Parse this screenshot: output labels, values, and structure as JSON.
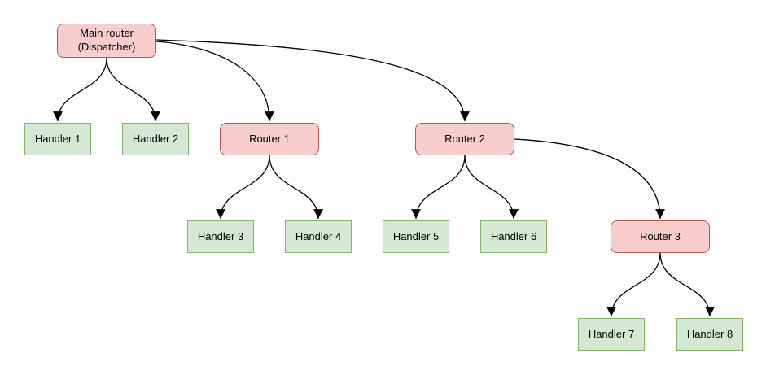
{
  "diagram": {
    "background_color": "#ffffff",
    "edge_color": "#000000",
    "node_styles": {
      "router": {
        "fill": "#f8cecc",
        "stroke": "#b85450",
        "shape": "rounded-rectangle"
      },
      "handler": {
        "fill": "#d5e8d4",
        "stroke": "#82b366",
        "shape": "rectangle"
      }
    },
    "nodes": [
      {
        "id": "main-router",
        "label": "Main router",
        "sublabel": "(Dispatcher)",
        "kind": "router"
      },
      {
        "id": "handler-1",
        "label": "Handler 1",
        "kind": "handler"
      },
      {
        "id": "handler-2",
        "label": "Handler 2",
        "kind": "handler"
      },
      {
        "id": "router-1",
        "label": "Router 1",
        "kind": "router"
      },
      {
        "id": "router-2",
        "label": "Router 2",
        "kind": "router"
      },
      {
        "id": "handler-3",
        "label": "Handler 3",
        "kind": "handler"
      },
      {
        "id": "handler-4",
        "label": "Handler 4",
        "kind": "handler"
      },
      {
        "id": "handler-5",
        "label": "Handler 5",
        "kind": "handler"
      },
      {
        "id": "handler-6",
        "label": "Handler 6",
        "kind": "handler"
      },
      {
        "id": "router-3",
        "label": "Router 3",
        "kind": "router"
      },
      {
        "id": "handler-7",
        "label": "Handler 7",
        "kind": "handler"
      },
      {
        "id": "handler-8",
        "label": "Handler 8",
        "kind": "handler"
      }
    ],
    "edges": [
      {
        "from": "main-router",
        "to": "handler-1"
      },
      {
        "from": "main-router",
        "to": "handler-2"
      },
      {
        "from": "main-router",
        "to": "router-1"
      },
      {
        "from": "main-router",
        "to": "router-2"
      },
      {
        "from": "router-1",
        "to": "handler-3"
      },
      {
        "from": "router-1",
        "to": "handler-4"
      },
      {
        "from": "router-2",
        "to": "handler-5"
      },
      {
        "from": "router-2",
        "to": "handler-6"
      },
      {
        "from": "router-2",
        "to": "router-3"
      },
      {
        "from": "router-3",
        "to": "handler-7"
      },
      {
        "from": "router-3",
        "to": "handler-8"
      }
    ]
  }
}
